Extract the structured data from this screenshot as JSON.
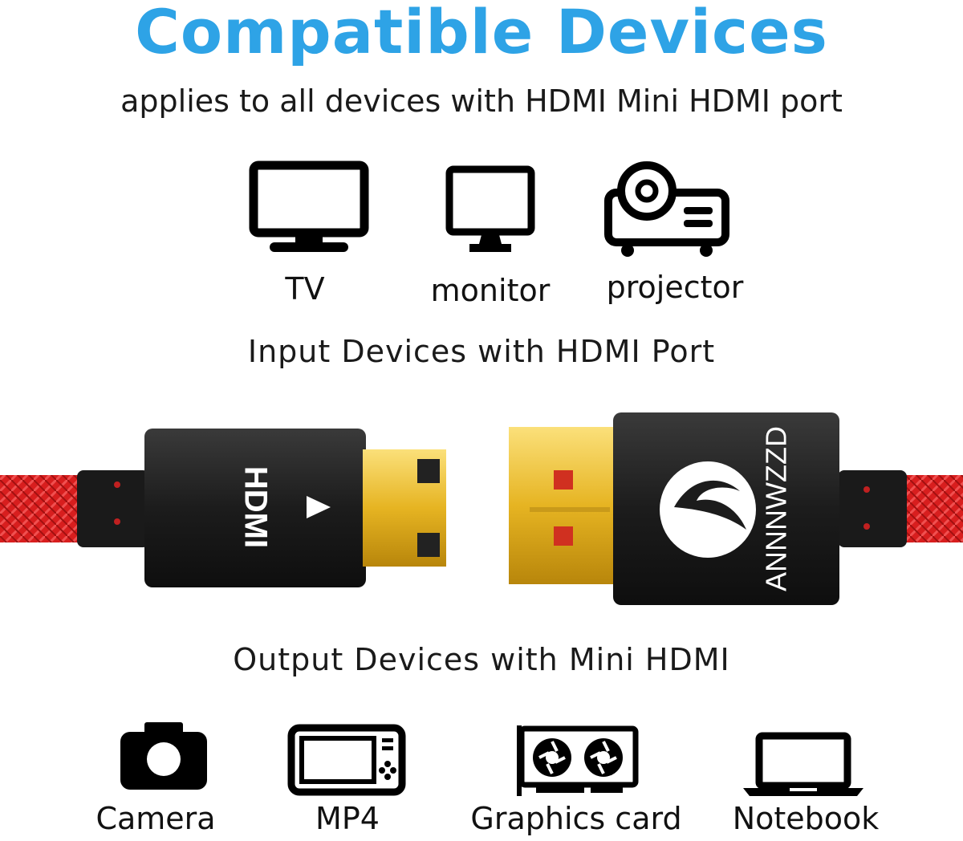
{
  "header": {
    "title": "Compatible Devices",
    "subtitle": "applies to all devices with HDMI Mini HDMI port"
  },
  "input_devices": {
    "heading": "Input Devices with HDMI Port",
    "items": [
      {
        "label": "TV",
        "icon": "tv-icon"
      },
      {
        "label": "monitor",
        "icon": "monitor-icon"
      },
      {
        "label": "projector",
        "icon": "projector-icon"
      }
    ]
  },
  "cable": {
    "mini_hdmi_logo": "HDMI",
    "brand": "ANNNWZZD",
    "colors": {
      "braid": "#d81e1e",
      "housing": "#1c1c1c",
      "gold": "#e6b422"
    }
  },
  "output_devices": {
    "heading": "Output Devices with Mini HDMI",
    "items": [
      {
        "label": "Camera",
        "icon": "camera-icon"
      },
      {
        "label": "MP4",
        "icon": "mp4-player-icon"
      },
      {
        "label": "Graphics card",
        "icon": "graphics-card-icon"
      },
      {
        "label": "Notebook",
        "icon": "notebook-icon"
      }
    ]
  }
}
